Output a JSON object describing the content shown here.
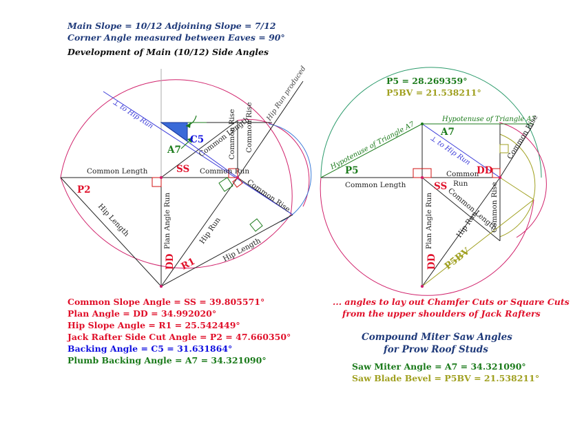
{
  "colors": {
    "navy": "#1f3a7a",
    "red": "#e0102a",
    "blue": "#1010e0",
    "green": "#1a7a1a",
    "olive": "#a0a020",
    "magenta": "#d0206a",
    "teal": "#2a9a6a",
    "line": "#222222"
  },
  "header": {
    "line1": "Main Slope = 10/12    Adjoining Slope = 7/12",
    "line2": "Corner Angle measured between Eaves = 90°",
    "title": "Development of Main (10/12) Side Angles"
  },
  "left": {
    "perp_hip_run": "⊥ to Hip Run",
    "hip_run_produced": "Hip Run produced",
    "c5": "C5",
    "a7": "A7",
    "common_length_inner": "Common Length",
    "common_rise_inner": "Common Rise",
    "common_length": "Common Length",
    "ss": "SS",
    "common_run": "Common Run",
    "common_rise": "Common Rise",
    "p2": "P2",
    "hip_length_left": "Hip Length",
    "plan_angle_run": "Plan Angle Run",
    "hip_run": "Hip Run",
    "dd": "DD",
    "r1": "R1",
    "hip_length_right": "Hip Length"
  },
  "results": [
    "Common Slope Angle = SS = 39.805571°",
    "Plan Angle = DD = 34.992020°",
    "Hip Slope Angle = R1 = 25.542449°",
    "Jack Rafter Side Cut Angle = P2 = 47.660350°",
    "Backing Angle = C5 = 31.631864°",
    "Plumb Backing Angle = A7 = 34.321090°"
  ],
  "right": {
    "p5_value": "P5 = 28.269359°",
    "p5bv_value": "P5BV = 21.538211°",
    "hyp_a7_top": "Hypotenuse of Triangle A7",
    "hyp_a7_left": "Hypotenuse of Triangle A7",
    "a7": "A7",
    "perp_hip_run": "⊥ to Hip Run",
    "common_rise_top": "Common Rise",
    "p5": "P5",
    "common_length": "Common Length",
    "common_run_1": "Common",
    "common_run_2": "Run",
    "dd_small": "DD",
    "ss": "SS",
    "common_length_diag": "Common Length",
    "common_rise_vert": "Common Rise",
    "plan_angle_run": "Plan Angle Run",
    "hip_run": "Hip Run",
    "dd": "DD",
    "p5bv": "P5BV"
  },
  "notes": {
    "line1": "... angles to lay out Chamfer Cuts or Square Cuts",
    "line2": "from the upper shoulders of Jack Rafters"
  },
  "saw": {
    "title1": "Compound Miter Saw Angles",
    "title2": "for Prow Roof Studs",
    "miter": "Saw Miter Angle = A7 = 34.321090°",
    "bevel": "Saw Blade Bevel = P5BV = 21.538211°"
  }
}
